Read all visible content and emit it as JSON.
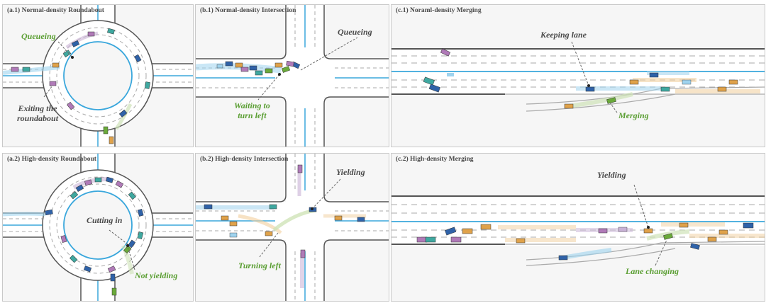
{
  "panels": [
    {
      "id": "a1",
      "title": "(a.1) Normal-density Roundabout",
      "annotations": [
        "Queueing",
        "Exiting the roundabout"
      ]
    },
    {
      "id": "b1",
      "title": "(b.1) Normal-density Intersection",
      "annotations": [
        "Queueing",
        "Waiting to turn left"
      ]
    },
    {
      "id": "c1",
      "title": "(c.1) Noraml-density Merging",
      "annotations": [
        "Keeping lane",
        "Merging"
      ]
    },
    {
      "id": "a2",
      "title": "(a.2) High-density Roundabout",
      "annotations": [
        "Cutting in",
        "Not yielding"
      ]
    },
    {
      "id": "b2",
      "title": "(b.2) High-density Intersection",
      "annotations": [
        "Yielding",
        "Turning left"
      ]
    },
    {
      "id": "c2",
      "title": "(c.2) High-density Merging",
      "annotations": [
        "Yielding",
        "Lane changing"
      ]
    }
  ],
  "text": {
    "a1_queueing": "Queueing",
    "a1_exiting_1": "Exiting the",
    "a1_exiting_2": "roundabout",
    "b1_queueing": "Queueing",
    "b1_waiting_1": "Waiting to",
    "b1_waiting_2": "turn left",
    "c1_keeping": "Keeping lane",
    "c1_merging": "Merging",
    "a2_cutting": "Cutting in",
    "a2_notyield": "Not yielding",
    "b2_yielding": "Yielding",
    "b2_turning": "Turning left",
    "c2_yielding": "Yielding",
    "c2_lanechange": "Lane changing"
  },
  "colors": {
    "annotation_green": "#5a9e32",
    "annotation_dark": "#4a4a4a",
    "lane_blue": "#3aa7dc",
    "road_edge": "#555555",
    "vehicle_blue": "#2f62a8",
    "vehicle_orange": "#e0a24a",
    "vehicle_purple": "#b07ab8",
    "vehicle_green": "#6aaa3a",
    "vehicle_teal": "#3fa8a0"
  },
  "icons": [
    "vehicle-icon",
    "ego-vehicle-icon",
    "trajectory-trail-icon"
  ]
}
